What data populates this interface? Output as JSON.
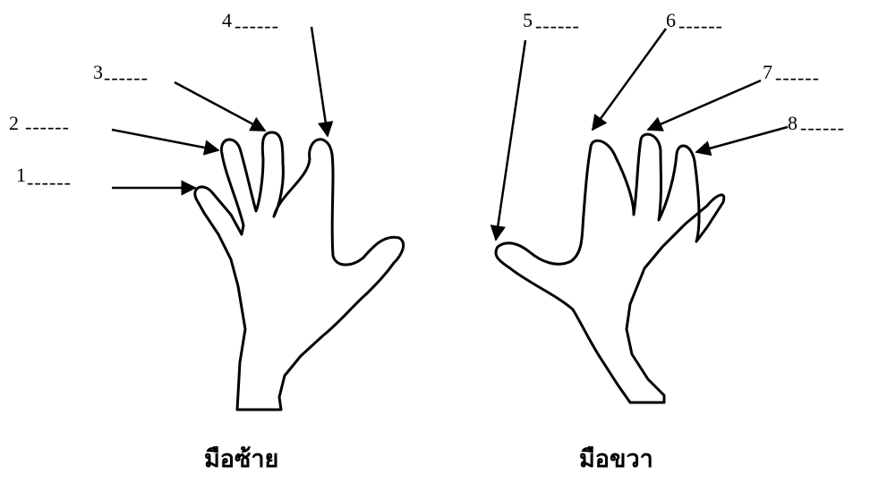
{
  "labels": {
    "n1": "1",
    "n2": "2",
    "n3": "3",
    "n4": "4",
    "n5": "5",
    "n6": "6",
    "n7": "7",
    "n8": "8"
  },
  "blank_line": "------",
  "captions": {
    "left_hand": "มือซ้าย",
    "right_hand": "มือขวา"
  }
}
